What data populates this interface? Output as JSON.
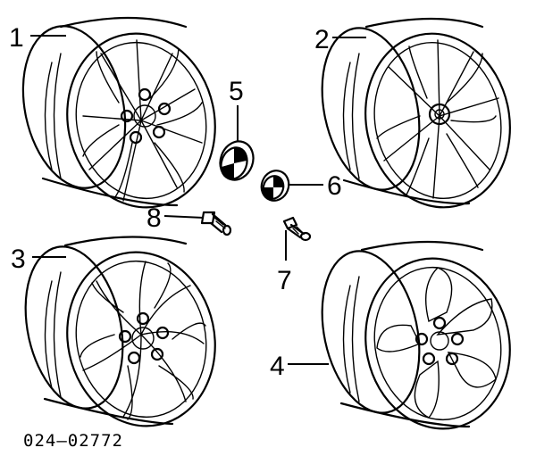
{
  "diagram": {
    "part_numbers": {
      "p1": "1",
      "p2": "2",
      "p3": "3",
      "p4": "4",
      "p5": "5",
      "p6": "6",
      "p7": "7",
      "p8": "8"
    },
    "reference_code": "024–02772",
    "colors": {
      "ink": "#000000",
      "background": "#ffffff"
    }
  }
}
